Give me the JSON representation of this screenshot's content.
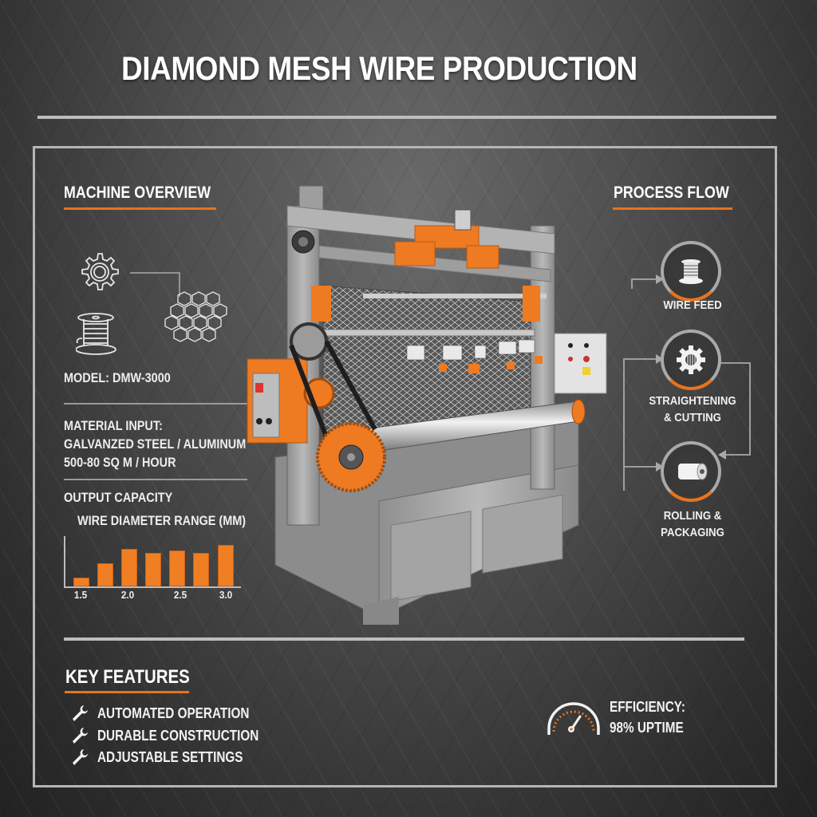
{
  "title": "DIAMOND MESH WIRE PRODUCTION",
  "colors": {
    "accent": "#e8731e",
    "bar": "#f07f24",
    "rule": "#bdbdbd",
    "text": "#f2f2f2",
    "background": "#4a4a4a"
  },
  "machine_overview": {
    "heading": "MACHINE OVERVIEW",
    "icons": [
      "gear-icon",
      "wire-spool-icon",
      "hexagon-mesh-icon"
    ],
    "model": "MODEL: DMW-3000",
    "material_input_label": "MATERIAL INPUT:",
    "material_input_value": "GALVANZED STEEL / ALUMINUM",
    "throughput": "500-80 SQ M / HOUR",
    "output_capacity_label": "OUTPUT CAPACITY",
    "wire_diameter_label": "WIRE DIAMETER RANGE (MM)"
  },
  "chart_data": {
    "type": "bar",
    "title": "WIRE DIAMETER RANGE (MM)",
    "xlabel": "",
    "ylabel": "",
    "x_tick_labels": [
      "1.5",
      "2.0",
      "2.5",
      "3.0"
    ],
    "categories": [
      "b1",
      "b2",
      "b3",
      "b4",
      "b5",
      "b6",
      "b7"
    ],
    "values": [
      11,
      29,
      47,
      42,
      45,
      42,
      52
    ],
    "value_units": "relative bar height (px, no y-axis scale shown)",
    "grid": false,
    "legend": null
  },
  "process_flow": {
    "heading": "PROCESS FLOW",
    "steps": [
      {
        "label_line1": "WIRE FEED",
        "label_line2": "",
        "icon": "wire-spool-icon"
      },
      {
        "label_line1": "STRAIGHTENING",
        "label_line2": "& CUTTING",
        "icon": "gear-icon"
      },
      {
        "label_line1": "ROLLING &",
        "label_line2": "PACKAGING",
        "icon": "roll-icon"
      }
    ]
  },
  "key_features": {
    "heading": "KEY FEATURES",
    "items": [
      {
        "label": "AUTOMATED OPERATION",
        "icon": "wrench-icon"
      },
      {
        "label": "DURABLE CONSTRUCTION",
        "icon": "wrench-icon"
      },
      {
        "label": "ADJUSTABLE SETTINGS",
        "icon": "wrench-icon"
      }
    ]
  },
  "efficiency": {
    "label": "EFFICIENCY:",
    "value": "98% UPTIME",
    "icon": "gauge-icon"
  }
}
